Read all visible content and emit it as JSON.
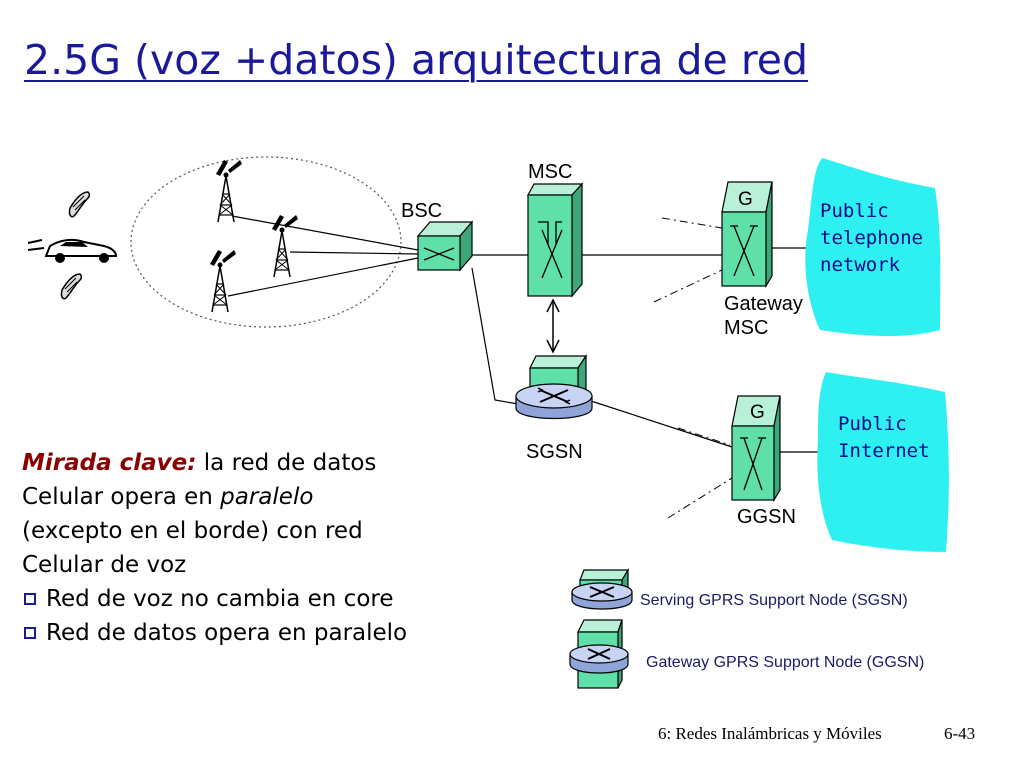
{
  "title": "2.5G (voz +datos) arquitectura de red",
  "nodes": {
    "msc": "MSC",
    "bsc": "BSC",
    "gateway_msc_line1": "Gateway",
    "gateway_msc_line2": "MSC",
    "sgsn": "SGSN",
    "ggsn": "GGSN",
    "g_top": "G",
    "g_bottom": "G"
  },
  "clouds": {
    "pstn": [
      "Public",
      "telephone",
      "network"
    ],
    "internet": [
      "Public",
      "Internet"
    ]
  },
  "legend": {
    "sgsn": "Serving GPRS Support Node (SGSN)",
    "ggsn": "Gateway GPRS Support Node (GGSN)"
  },
  "key_text": {
    "key_label": "Mirada clave:",
    "line1_rest": " la red de datos",
    "line2_a": "Celular opera en ",
    "line2_em": "paralelo",
    "line3": "(excepto en el borde) con red",
    "line4": "Celular de voz",
    "bullets": [
      "Red de voz no cambia en core",
      "Red de datos opera en paralelo"
    ]
  },
  "footer": {
    "chapter": "6: Redes Inalámbricas y Móviles",
    "page": "6-43"
  },
  "colors": {
    "title": "#1a1a99",
    "cloud": "#2ff0f0",
    "node": "#5fe0a8",
    "key": "#8b0000"
  }
}
